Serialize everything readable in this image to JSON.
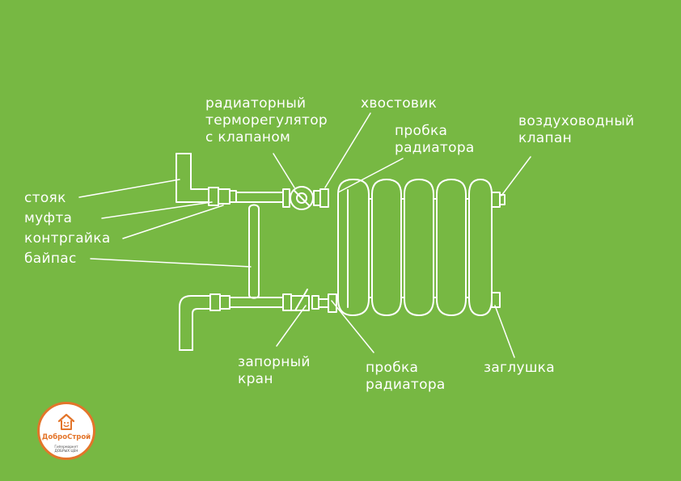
{
  "labels": {
    "thermo": [
      "радиаторный",
      "терморегулятор",
      "с клапаном"
    ],
    "tail": "хвостовик",
    "plug_top": [
      "пробка",
      "радиатора"
    ],
    "air_valve": [
      "воздуховодный",
      "клапан"
    ],
    "riser": "стояк",
    "coupling": "муфта",
    "locknut": "контргайка",
    "bypass": "байпас",
    "shutoff": [
      "запорный",
      "кран"
    ],
    "plug_bottom": [
      "пробка",
      "радиатора"
    ],
    "cap": "заглушка"
  },
  "logo": {
    "brand": "ДоброСтрой",
    "tagline": [
      "Гипермаркет",
      "ДОБРЫХ ЦЕН"
    ]
  },
  "colors": {
    "background": "#77b843",
    "lines": "#ffffff",
    "logo_accent": "#e3752a"
  },
  "icons": {
    "logo_mark": "house-smile-icon"
  }
}
